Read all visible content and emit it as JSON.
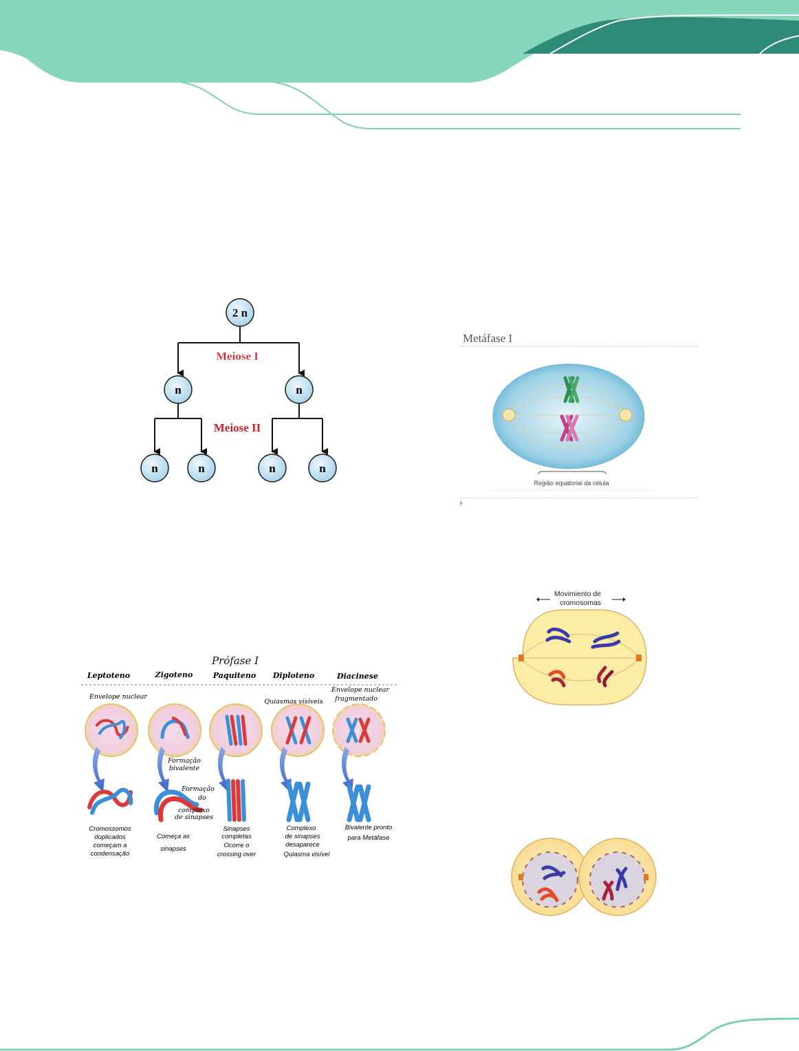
{
  "colors": {
    "header_light": "#85d6bd",
    "header_dark": "#2e8b77",
    "line": "#7ccfb7",
    "node_fill": "#cfe9f5",
    "meiose_red": "#d0202a"
  },
  "meiosis_diagram": {
    "root": "2 n",
    "level1_label": "Meiose I",
    "level2_label": "Meiose II",
    "level1_nodes": [
      "n",
      "n"
    ],
    "level2_nodes": [
      "n",
      "n",
      "n",
      "n"
    ]
  },
  "metafase": {
    "title": "Metáfase I",
    "caption": "Região equatorial da célula"
  },
  "anafase": {
    "label_line1": "Movimiento de",
    "label_line2": "cromosomas"
  },
  "profase": {
    "title": "Prófase I",
    "stages": [
      "Leptoteno",
      "Zigoteno",
      "Paquiteno",
      "Diploteno",
      "Diacinese"
    ],
    "top_annotations": {
      "envelope": "Envelope nuclear",
      "quiasmas": "Quiasmas visíveis",
      "envelope_frag_1": "Envelope nuclear",
      "envelope_frag_2": "fragmentado",
      "formacao_1": "Formação",
      "formacao_2": "bivalente",
      "complexo_1": "Formação",
      "complexo_2": "do",
      "complexo_3": "complexo",
      "complexo_4": "de sinapses"
    },
    "captions": [
      [
        "Cromossomos",
        "duplicados",
        "começam a",
        "condensação"
      ],
      [
        "Começa as",
        "sinapses"
      ],
      [
        "Sinapses",
        "completas",
        "Ocorre o",
        "crossing over"
      ],
      [
        "Complexo",
        "de sinapses",
        "desaparece",
        "Quiasma visível"
      ],
      [
        "Bivalente pronto",
        "para Metáfase"
      ]
    ]
  }
}
